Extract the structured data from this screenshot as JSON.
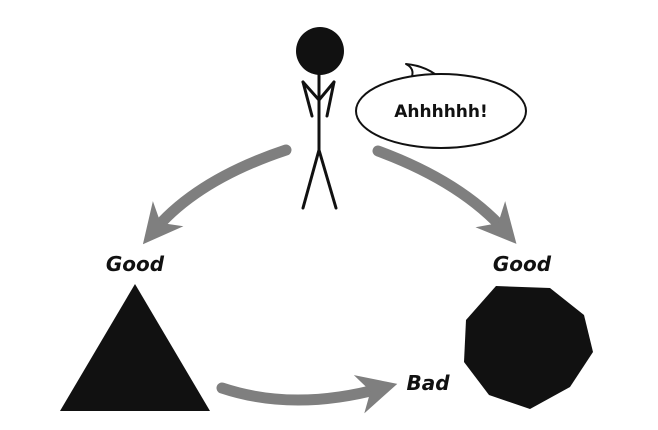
{
  "speech_bubble": {
    "text": "Ahhhhhh!"
  },
  "labels": {
    "left_option": "Good",
    "right_option": "Good",
    "bottom_transition": "Bad"
  },
  "colors": {
    "shape_fill": "#111111",
    "arrow_fill": "#7f7f7f",
    "stroke": "#111111",
    "background": "#ffffff"
  }
}
